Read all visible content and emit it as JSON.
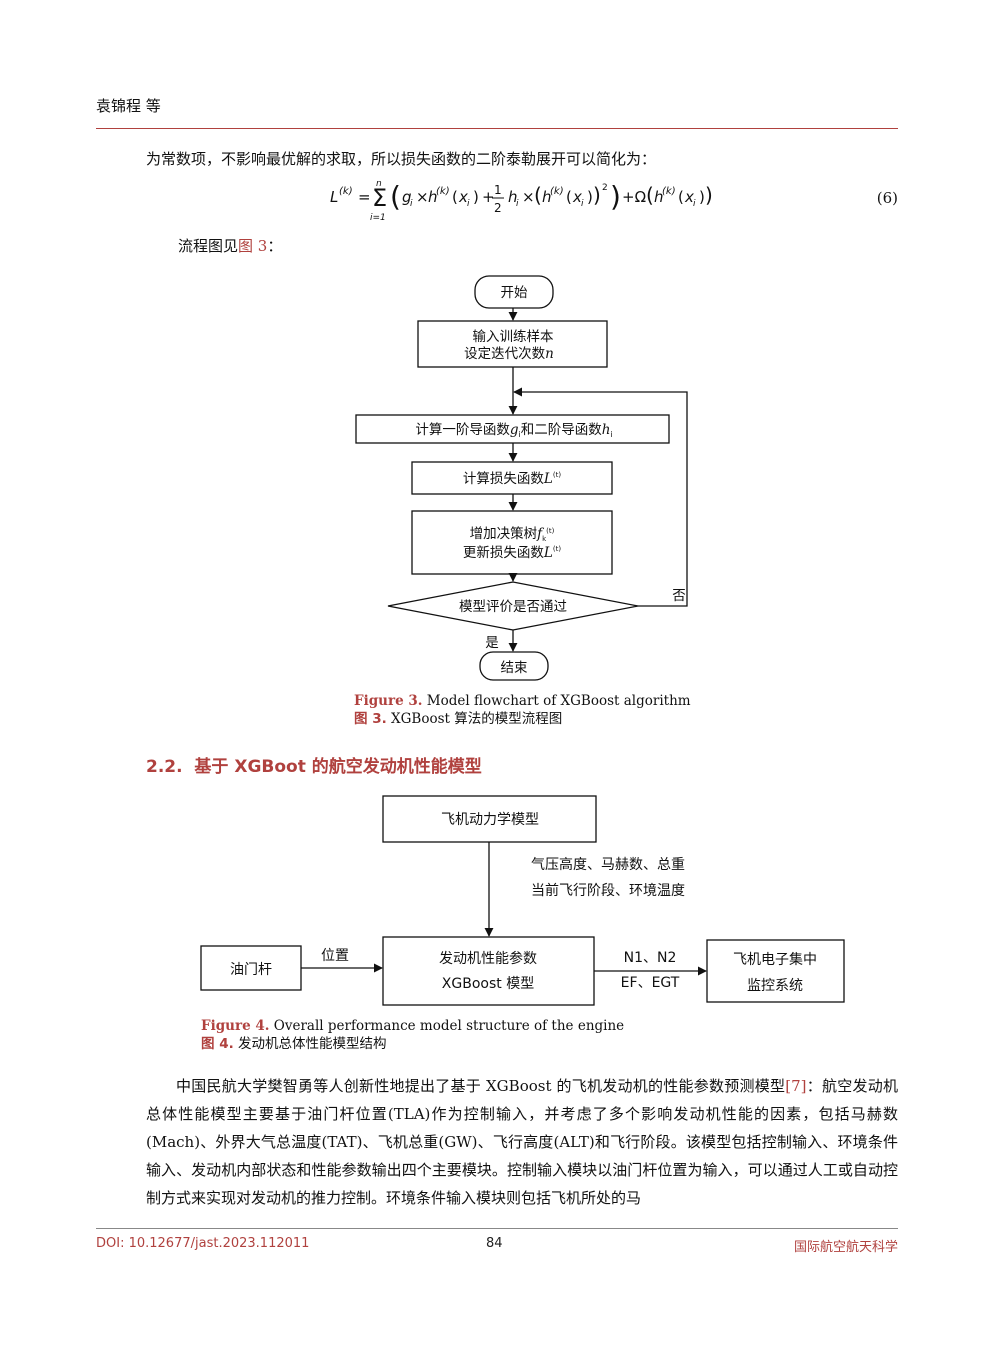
{
  "header": {
    "author": "袁锦程 等"
  },
  "intro_text": "为常数项，不影响最优解的求取，所以损失函数的二阶泰勒展开可以简化为：",
  "equation": {
    "number": "(6)"
  },
  "flowchart_ref": {
    "prefix": "流程图见",
    "link": "图 3",
    "suffix": "："
  },
  "figure3": {
    "nodes": {
      "start": "开始",
      "input_line1": "输入训练样本",
      "input_line2": "设定迭代次数",
      "input_var": "n",
      "compute_grad_a": "计算一阶导函数",
      "compute_grad_g": "g",
      "compute_grad_b": "和二阶导函数",
      "compute_grad_h": "h",
      "compute_loss": "计算损失函数",
      "add_tree": "增加决策树",
      "update_loss": "更新损失函数",
      "decision": "模型评价是否通过",
      "yes": "是",
      "no": "否",
      "end": "结束"
    },
    "caption_label": "Figure 3.",
    "caption_en": "Model flowchart of XGBoost algorithm",
    "caption_label_cn": "图 3.",
    "caption_cn": "XGBoost 算法的模型流程图"
  },
  "section": {
    "number": "2.2.",
    "title": "基于 XGBoot 的航空发动机性能模型"
  },
  "figure4": {
    "nodes": {
      "dynamics": "飞机动力学模型",
      "inputs_line1": "气压高度、马赫数、总重",
      "inputs_line2": "当前飞行阶段、环境温度",
      "throttle": "油门杆",
      "position": "位置",
      "engine_line1": "发动机性能参数",
      "engine_line2": "XGBoost 模型",
      "out_line1": "N1、N2",
      "out_line2": "EF、EGT",
      "monitor_line1": "飞机电子集中",
      "monitor_line2": "监控系统"
    },
    "caption_label": "Figure 4.",
    "caption_en": "Overall performance model structure of the engine",
    "caption_label_cn": "图 4.",
    "caption_cn": "发动机总体性能模型结构"
  },
  "paragraph": {
    "part1": "中国民航大学樊智勇等人创新性地提出了基于 XGBoost 的飞机发动机的性能参数预测模型",
    "ref": "[7]",
    "part2": "：航空发动机总体性能模型主要基于油门杆位置(TLA)作为控制输入，并考虑了多个影响发动机性能的因素，包括马赫数(Mach)、外界大气总温度(TAT)、飞机总重(GW)、飞行高度(ALT)和飞行阶段。该模型包括控制输入、环境条件输入、发动机内部状态和性能参数输出四个主要模块。控制输入模块以油门杆位置为输入，可以通过人工或自动控制方式来实现对发动机的推力控制。环境条件输入模块则包括飞机所处的马"
  },
  "footer": {
    "doi": "DOI: 10.12677/jast.2023.112011",
    "page": "84",
    "journal": "国际航空航天科学"
  }
}
